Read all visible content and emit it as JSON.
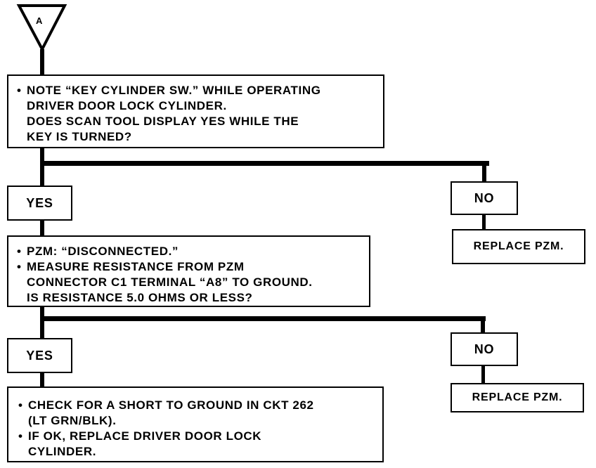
{
  "connector": {
    "label": "A"
  },
  "step1": {
    "lines": [
      {
        "bullet": "•",
        "text": "NOTE “KEY CYLINDER SW.” WHILE OPERATING"
      },
      {
        "bullet": "",
        "text": "DRIVER DOOR LOCK CYLINDER."
      },
      {
        "bullet": "",
        "text": "DOES SCAN TOOL DISPLAY YES WHILE THE"
      },
      {
        "bullet": "",
        "text": "KEY IS TURNED?"
      }
    ]
  },
  "branch1": {
    "yes_label": "YES",
    "no_label": "NO",
    "no_action": "REPLACE PZM."
  },
  "step2": {
    "lines": [
      {
        "bullet": "•",
        "text": "PZM: “DISCONNECTED.”"
      },
      {
        "bullet": "•",
        "text": "MEASURE RESISTANCE FROM PZM"
      },
      {
        "bullet": "",
        "text": "CONNECTOR C1 TERMINAL “A8” TO GROUND."
      },
      {
        "bullet": "",
        "text": "IS RESISTANCE 5.0 OHMS OR LESS?"
      }
    ]
  },
  "branch2": {
    "yes_label": "YES",
    "no_label": "NO",
    "no_action": "REPLACE PZM."
  },
  "step3": {
    "lines": [
      {
        "bullet": "•",
        "text": "CHECK FOR A SHORT TO GROUND IN CKT 262"
      },
      {
        "bullet": "",
        "text": "(LT GRN/BLK)."
      },
      {
        "bullet": "•",
        "text": "IF OK, REPLACE DRIVER DOOR LOCK"
      },
      {
        "bullet": "",
        "text": "CYLINDER."
      }
    ]
  }
}
